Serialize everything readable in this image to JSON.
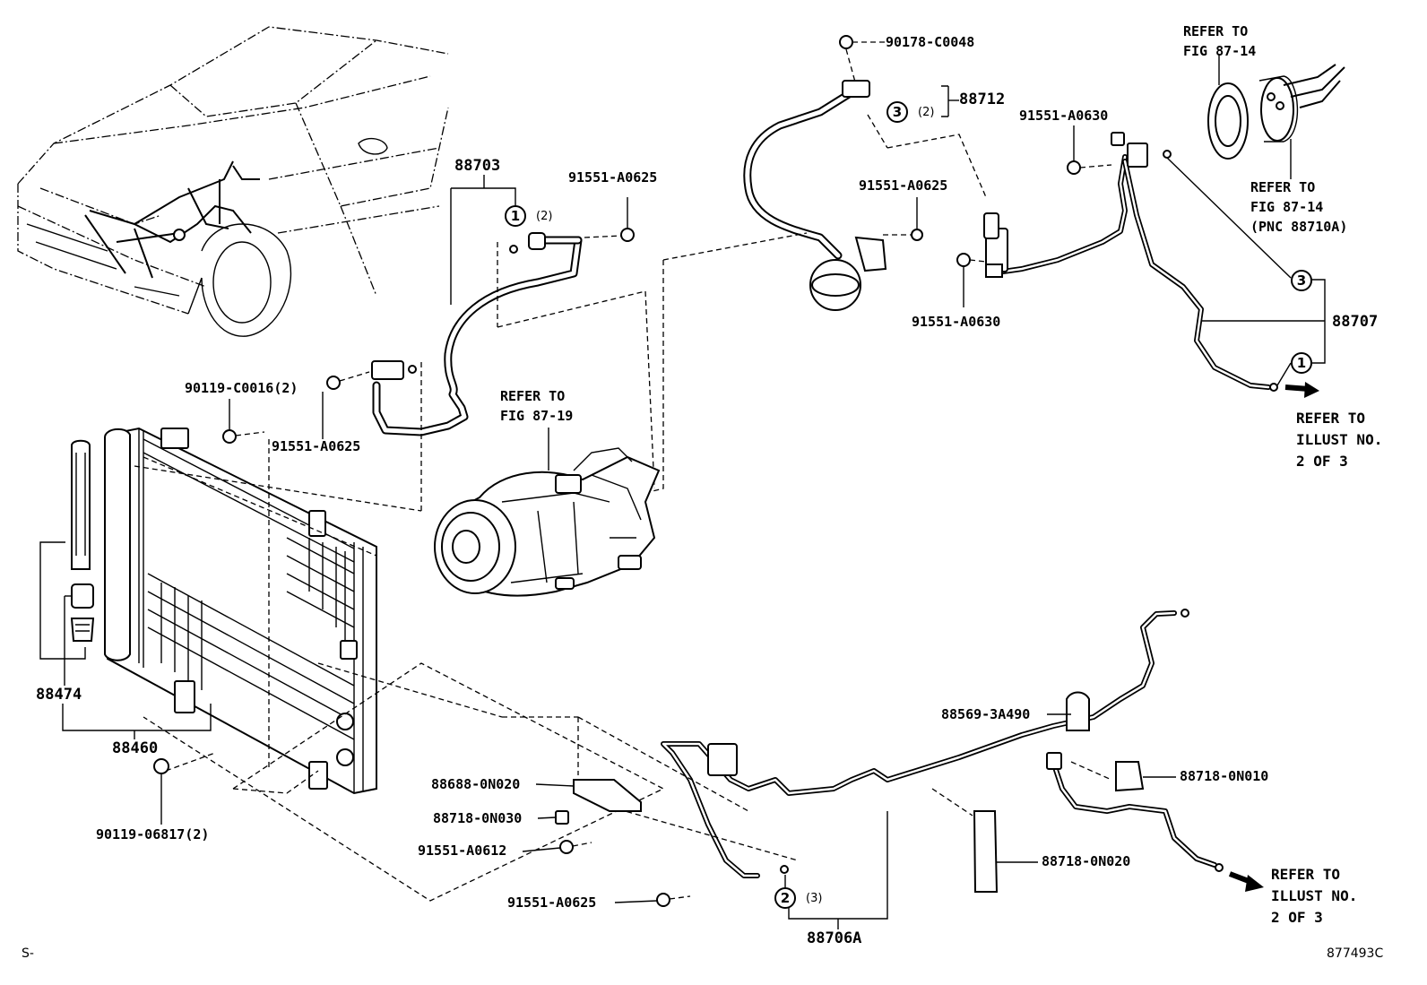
{
  "parts": {
    "p90178": "90178-C0048",
    "p88712": "88712",
    "p91551_a0630_top": "91551-A0630",
    "p88703": "88703",
    "p91551_a0625_top": "91551-A0625",
    "p91551_a0625_mid": "91551-A0625",
    "p91551_a0630_mid": "91551-A0630",
    "p88707": "88707",
    "p90119_c0016": "90119-C0016(2)",
    "p91551_a0625_left": "91551-A0625",
    "p88474": "88474",
    "p88460": "88460",
    "p90119_06817": "90119-06817(2)",
    "p88569": "88569-3A490",
    "p88718_0n010": "88718-0N010",
    "p88688": "88688-0N020",
    "p88718_0n030": "88718-0N030",
    "p91551_a0612": "91551-A0612",
    "p88718_0n020": "88718-0N020",
    "p91551_a0625_bottom": "91551-A0625",
    "p88706a": "88706A"
  },
  "refs": {
    "fig8714_a": [
      "REFER TO",
      "FIG 87-14"
    ],
    "fig8714_b": [
      "REFER TO",
      "FIG 87-14",
      "(PNC 88710A)"
    ],
    "fig8719": [
      "REFER TO",
      "FIG 87-19"
    ],
    "illust_top": [
      "REFER TO",
      "ILLUST NO.",
      "2 OF 3"
    ],
    "illust_bottom": [
      "REFER TO",
      "ILLUST NO.",
      "2 OF 3"
    ]
  },
  "callouts": {
    "c1_88703": "1",
    "c1_88703_qty": "(2)",
    "c3_88712": "3",
    "c3_88712_qty": "(2)",
    "c3_88707": "3",
    "c1_88707": "1",
    "c2_88706a": "2",
    "c2_88706a_qty": "(3)"
  },
  "footer": {
    "left": "S-",
    "right": "877493C"
  }
}
